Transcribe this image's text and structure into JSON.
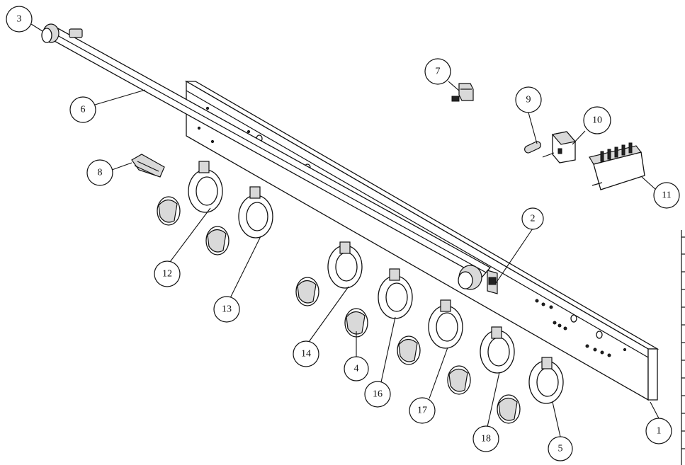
{
  "callouts": [
    {
      "id": "c1",
      "label": "1"
    },
    {
      "id": "c2",
      "label": "2"
    },
    {
      "id": "c3",
      "label": "3"
    },
    {
      "id": "c4",
      "label": "4"
    },
    {
      "id": "c5",
      "label": "5"
    },
    {
      "id": "c6",
      "label": "6"
    },
    {
      "id": "c7",
      "label": "7"
    },
    {
      "id": "c8",
      "label": "8"
    },
    {
      "id": "c9",
      "label": "9"
    },
    {
      "id": "c10",
      "label": "10"
    },
    {
      "id": "c11",
      "label": "11"
    },
    {
      "id": "c12",
      "label": "12"
    },
    {
      "id": "c13",
      "label": "13"
    },
    {
      "id": "c14",
      "label": "14"
    },
    {
      "id": "c15",
      "label": "16"
    },
    {
      "id": "c16",
      "label": "17"
    },
    {
      "id": "c17",
      "label": "18"
    }
  ]
}
